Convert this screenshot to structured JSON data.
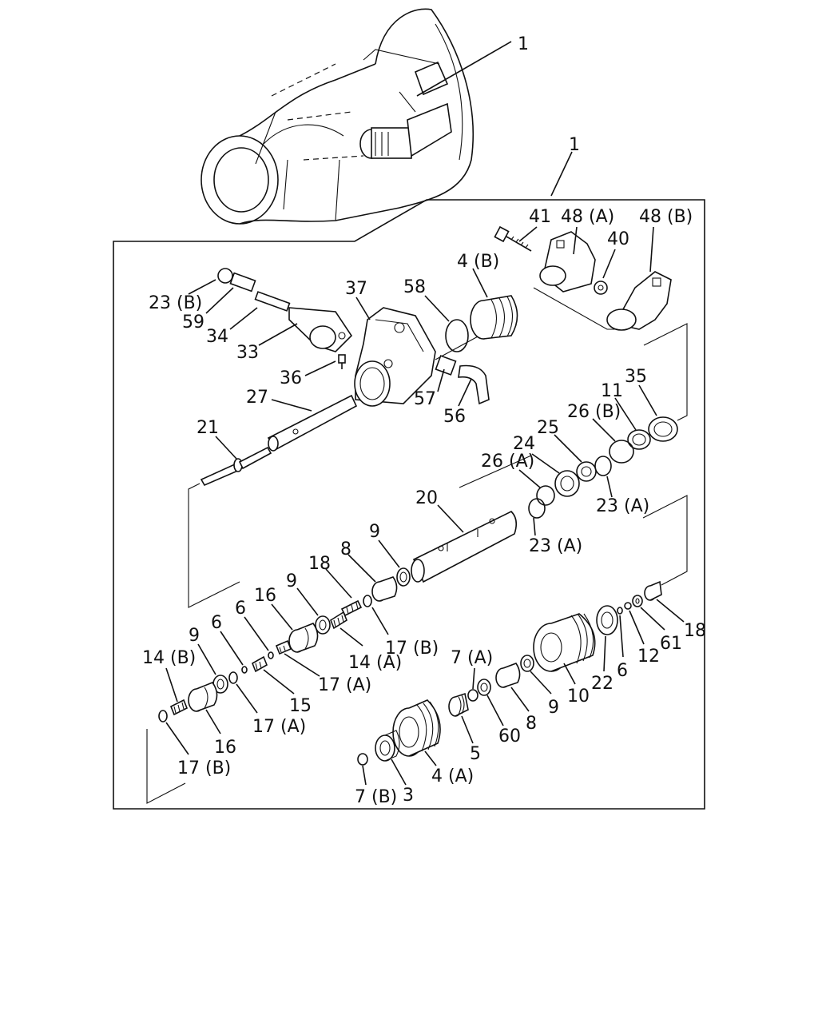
{
  "labels": {
    "assembly_top": "1",
    "assembly_box": "1",
    "p41": "41",
    "p48a": "48 (A)",
    "p48b": "48 (B)",
    "p40": "40",
    "p4b": "4 (B)",
    "p58": "58",
    "p37": "37",
    "p23b": "23 (B)",
    "p59": "59",
    "p34": "34",
    "p33": "33",
    "p36": "36",
    "p57": "57",
    "p56": "56",
    "p27": "27",
    "p21": "21",
    "p35": "35",
    "p11": "11",
    "p26b": "26 (B)",
    "p25": "25",
    "p24": "24",
    "p26a": "26 (A)",
    "p23a_1": "23 (A)",
    "p20": "20",
    "p23a_2": "23 (A)",
    "p9_a": "9",
    "p8_a": "8",
    "p18_a": "18",
    "p9_b": "9",
    "p16_a": "16",
    "p17b_a": "17 (B)",
    "p14a": "14 (A)",
    "p6_a": "6",
    "p6_b": "6",
    "p9_c": "9",
    "p14b": "14 (B)",
    "p17a_a": "17 (A)",
    "p15": "15",
    "p17a_b": "17 (A)",
    "p16_b": "16",
    "p17b_b": "17 (B)",
    "p18_b": "18",
    "p61": "61",
    "p12": "12",
    "p6_c": "6",
    "p22": "22",
    "p10": "10",
    "p9_d": "9",
    "p8_b": "8",
    "p60": "60",
    "p7a": "7 (A)",
    "p5": "5",
    "p4a": "4 (A)",
    "p3": "3",
    "p7b": "7 (B)"
  }
}
